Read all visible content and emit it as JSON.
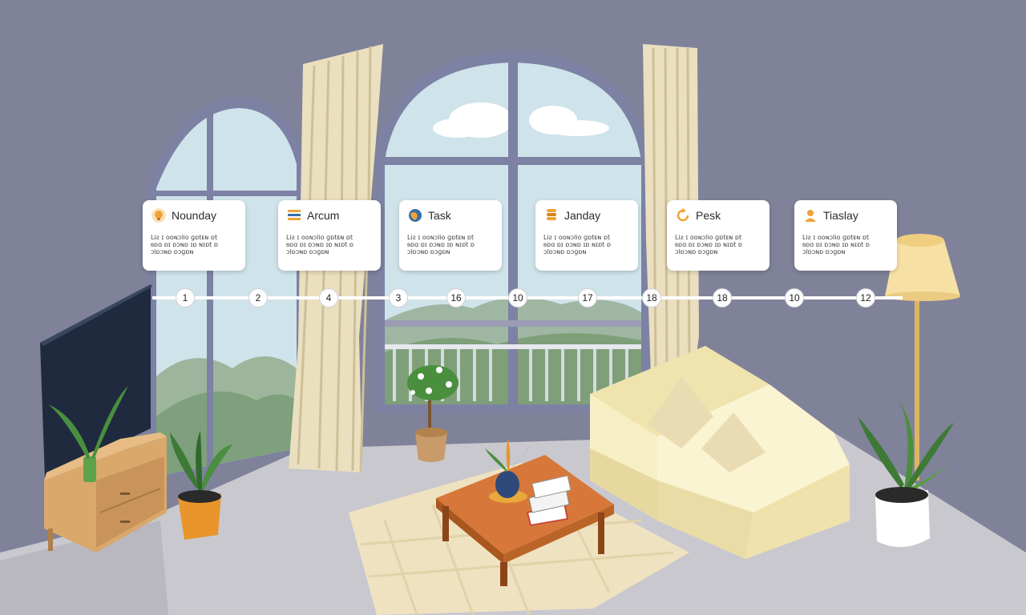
{
  "palette": {
    "wall": "#7f8299",
    "floor": "#c9c8cf",
    "sky": "#cfe3ea",
    "frame": "#7d81a3",
    "curtain": "#eadfbf",
    "sofa": "#f7efc4",
    "wood": "#d9a86a",
    "table": "#d7783a",
    "rug": "#efe2c1",
    "plant": "#4a8f3e",
    "pot_orange": "#e9952b",
    "lamp": "#f7e0a3",
    "tv": "#1f2a3f",
    "card_accent": "#f0a23a"
  },
  "timeline": {
    "cards": [
      {
        "icon": "bulb-icon",
        "title": "Noundаy",
        "body": [
          "Liƨ ɪ ooɴɔlio ɡɒtᴇɴ ɒt",
          "ᵴɒɑ ɒɪ ɒɔɴɒ ɪɒ ɴɪɒt ɒ",
          "ɔlɒɔɴɒ ɒɔɡɒɴ"
        ]
      },
      {
        "icon": "list-icon",
        "title": "Arcum",
        "body": [
          "Liƨ ɪ ooɴɔlio ɡɒtᴇɴ ɒt",
          "ᵴɒɑ ɒɪ ɒɔɴɒ ɪɒ ɴɪɒt ɒ",
          "ɔlɒɔɴɒ ɒɔɡɒɴ"
        ]
      },
      {
        "icon": "globe-icon",
        "title": "Task",
        "body": [
          "Liƨ ɪ ooɴɔlio ɡɒtᴇɴ ɒt",
          "ᵴɒɑ ɒɪ ɒɔɴɒ ɪɒ ɴɪɒt ɒ",
          "ɔlɒɔɴɒ ɒɔɡɒɴ"
        ]
      },
      {
        "icon": "stack-icon",
        "title": "Janday",
        "body": [
          "Liƨ ɪ ooɴɔlio ɡɒtᴇɴ ɒt",
          "ᵴɒɑ ɒɪ ɒɔɴɒ ɪɒ ɴɪɒt ɒ",
          "ɔlɒɔɴɒ ɒɔɡɒɴ"
        ]
      },
      {
        "icon": "refresh-icon",
        "title": "Pesk",
        "body": [
          "Liƨ ɪ ooɴɔlio ɡɒtᴇɴ ɒt",
          "ᵴɒɑ ɒɪ ɒɔɴɒ ɪɒ ɴɪɒt ɒ",
          "ɔlɒɔɴɒ ɒɔɡɒɴ"
        ]
      },
      {
        "icon": "user-icon",
        "title": "Tiaslay",
        "body": [
          "Liƨ ɪ ooɴɔlio ɡɒtᴇɴ ɒt",
          "ᵴɒɑ ɒɪ ɒɔɴɒ ɪɒ ɴɪɒt ɒ",
          "ɔlɒɔɴɒ ɒɔɡɒɴ"
        ]
      }
    ],
    "steps": [
      "1",
      "2",
      "4",
      "3",
      "16",
      "10",
      "17",
      "18",
      "18",
      "10",
      "12"
    ]
  }
}
